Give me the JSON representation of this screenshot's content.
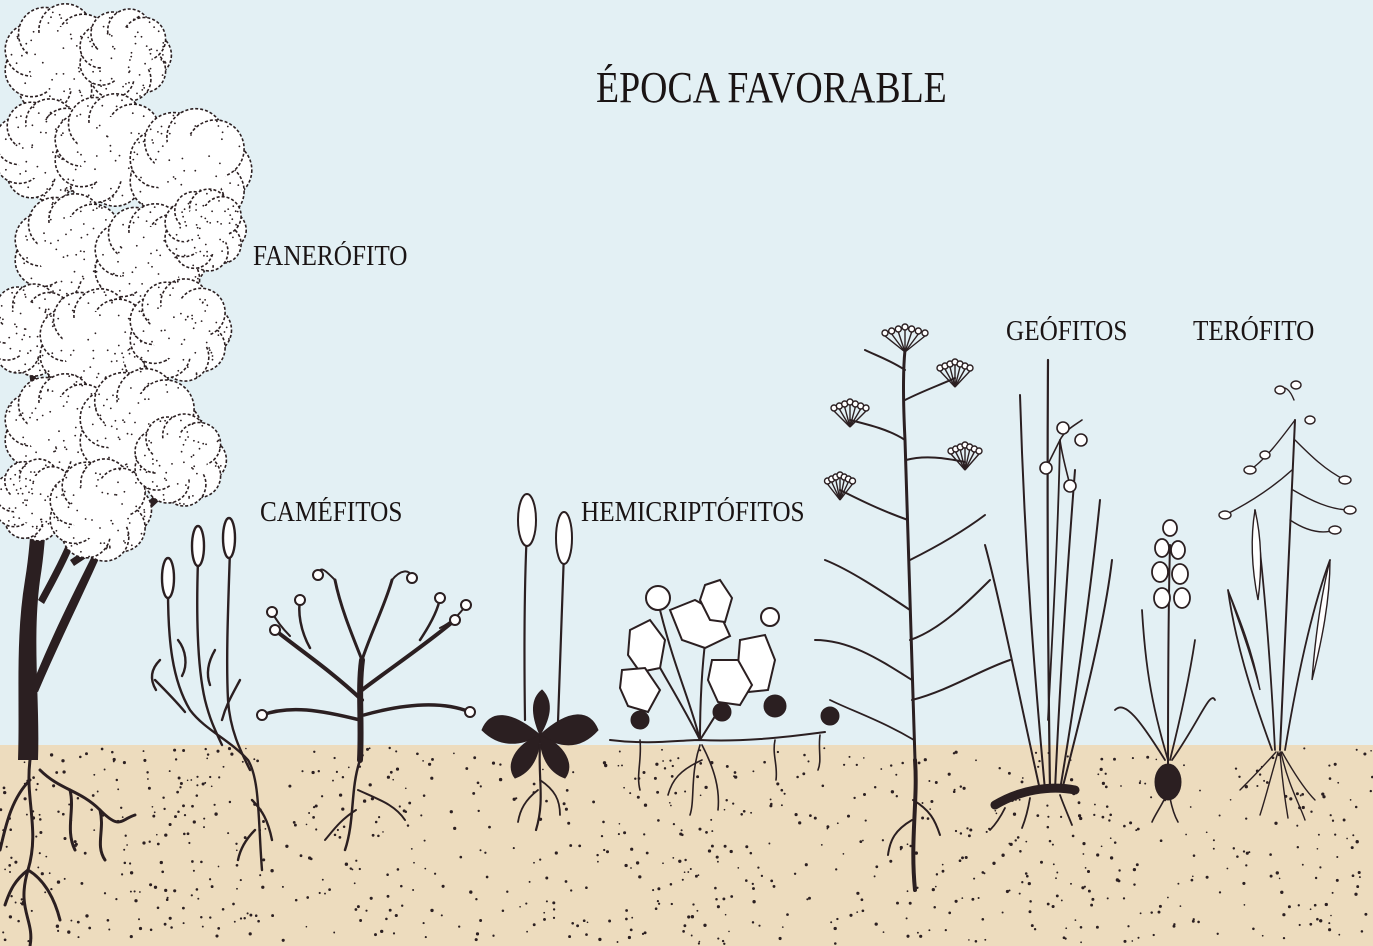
{
  "title": "ÉPOCA FAVORABLE",
  "labels": {
    "fanerofito": "FANERÓFITO",
    "camefitos": "CAMÉFITOS",
    "hemicriptofitos": "HEMICRIPTÓFITOS",
    "geofitos": "GEÓFITOS",
    "terofito": "TERÓFITO"
  },
  "colors": {
    "sky": "#e3f0f4",
    "soil": "#eddcbe",
    "ink": "#2b1f21",
    "foliage": "#ffffff"
  }
}
